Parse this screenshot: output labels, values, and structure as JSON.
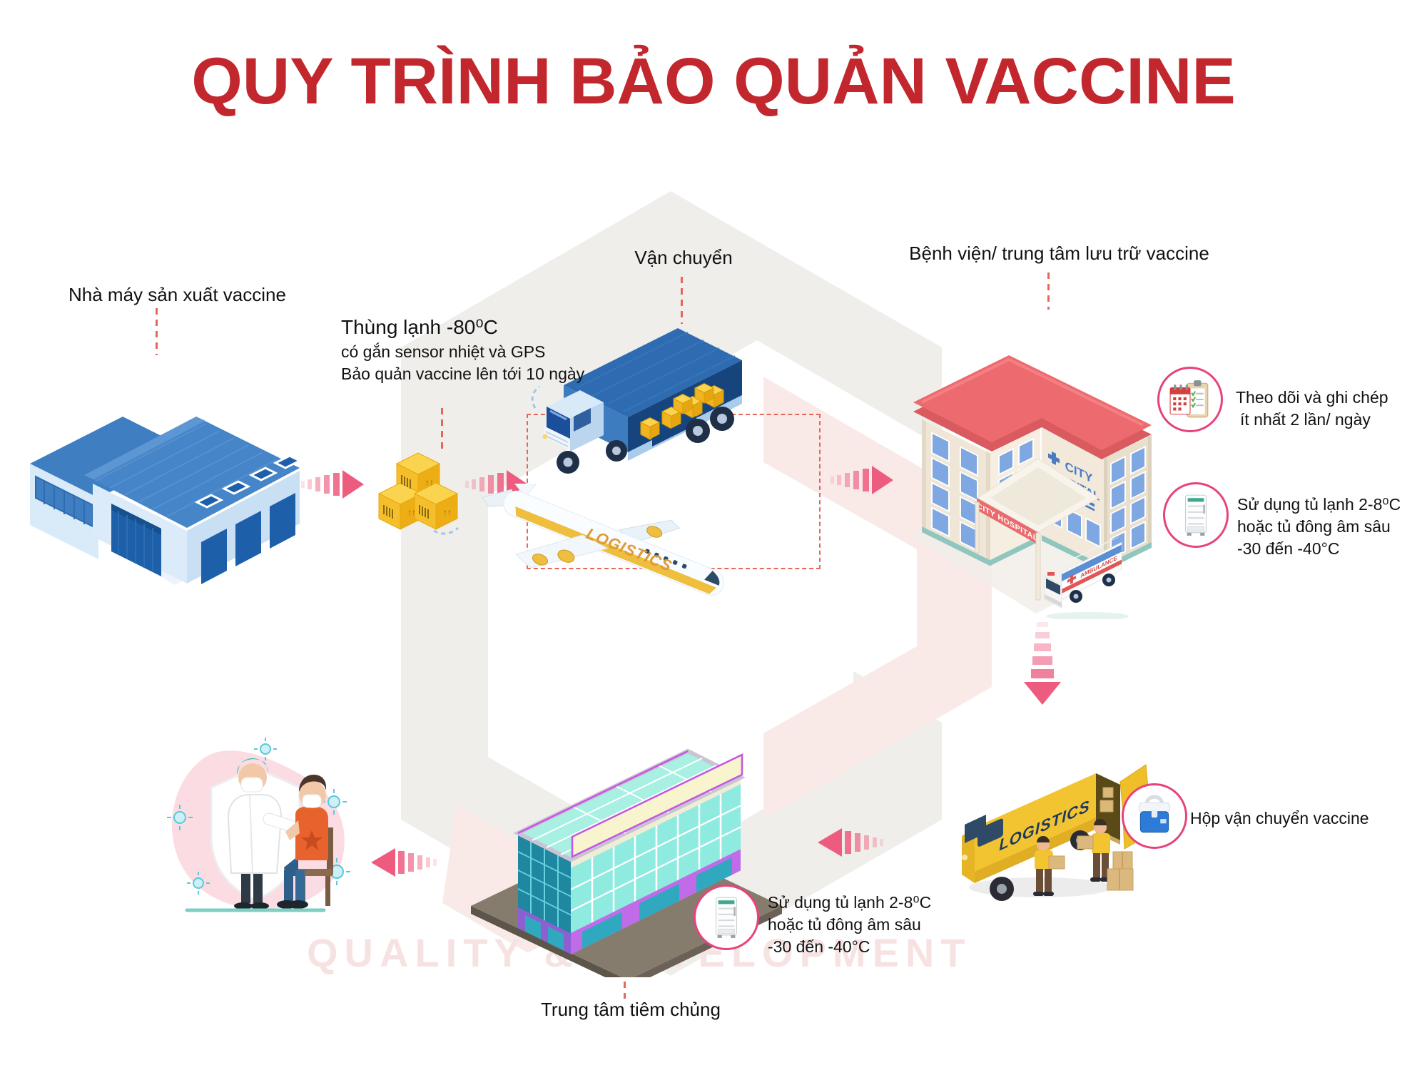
{
  "title": "QUY TRÌNH BẢO QUẢN VACCINE",
  "watermark_text": "QUALITY & DEVELOPMENT",
  "labels": {
    "factory": "Nhà máy sản xuất vaccine",
    "transport": "Vận chuyển",
    "hospital": "Bệnh viện/ trung tâm lưu trữ vaccine",
    "center": "Trung tâm tiêm chủng"
  },
  "cold_box": {
    "line1": "Thùng lạnh -80⁰C",
    "line2": "có gắn sensor nhiệt và GPS",
    "line3": "Bảo quản vaccine lên tới 10 ngày"
  },
  "notes": {
    "monitoring": {
      "line1": "Theo dõi và ghi chép",
      "line2": "ít nhất 2 lần/ ngày"
    },
    "hospital_storage": {
      "line1": "Sử dụng tủ lạnh 2-8⁰C",
      "line2": "hoặc tủ đông âm sâu",
      "line3": "-30 đến -40°C"
    },
    "transport_box": "Hộp vận chuyển vaccine",
    "center_storage": {
      "line1": "Sử dụng tủ lạnh 2-8⁰C",
      "line2": "hoặc tủ đông âm sâu",
      "line3": "-30 đến -40°C"
    }
  },
  "illustration_text": {
    "hospital_wall_line1": "CITY",
    "hospital_wall_line2": "HOSPITAL",
    "hospital_canopy": "CITY HOSPITAL",
    "ambulance": "AMBULANCE",
    "plane_side": "LOGISTICS",
    "van_side": "LOGISTICS"
  },
  "colors": {
    "title_red": "#C1272D",
    "arrow_pink": "#ED5C7E",
    "leader_red": "#E4675C",
    "circle_border_pink": "#E8427B",
    "factory_blue": "#4585C8",
    "hospital_roof_red": "#ED6A6E",
    "van_yellow": "#F2C431",
    "building_glass_teal": "#8FEADF",
    "watermark_pink": "#F6E3E1"
  }
}
